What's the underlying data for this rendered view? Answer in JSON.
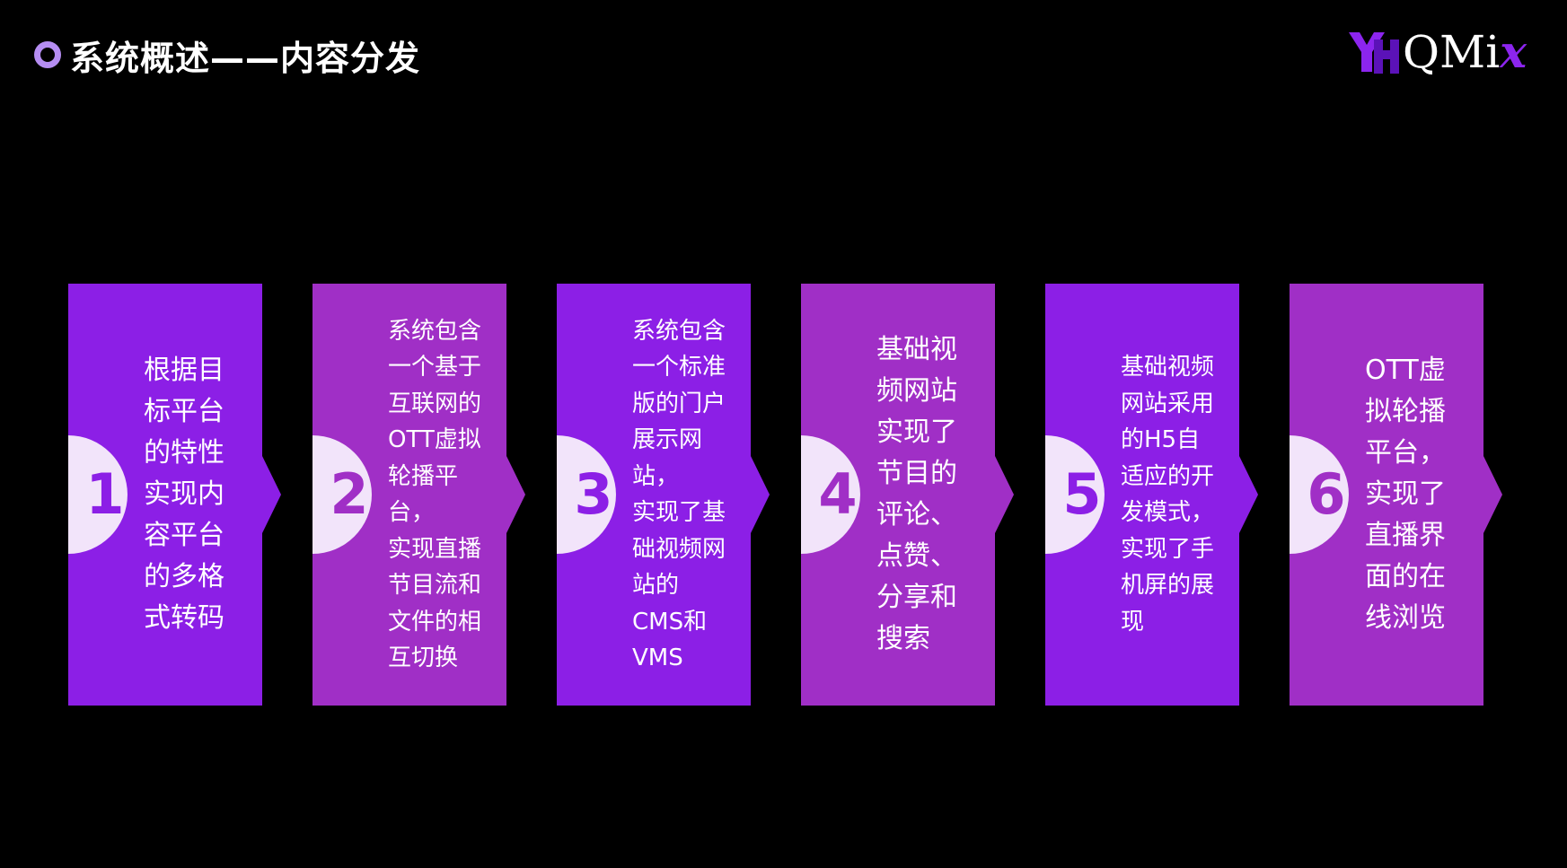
{
  "header": {
    "title": "系统概述——内容分发"
  },
  "logo": {
    "text": "QMi",
    "x_mark": "x",
    "mark_letters": "YH"
  },
  "colors": {
    "background": "#000000",
    "bullet": "#b58df2",
    "violet": "#8c1fe6",
    "magenta": "#a02fc6",
    "disc": "#f2e4fa"
  },
  "steps": [
    {
      "number": "1",
      "text": "根据目\n标平台\n的特性\n实现内\n容平台\n的多格\n式转码",
      "size": "large"
    },
    {
      "number": "2",
      "text": "系统包含\n一个基于\n互联网的\nOTT虚拟\n轮播平台，\n实现直播\n节目流和\n文件的相\n互切换",
      "size": "small"
    },
    {
      "number": "3",
      "text": "系统包含\n一个标准\n版的门户\n展示网站，\n实现了基\n础视频网\n站的\nCMS和\nVMS",
      "size": "small"
    },
    {
      "number": "4",
      "text": "基础视\n频网站\n实现了\n节目的\n评论、\n点赞、\n分享和\n搜索",
      "size": "large"
    },
    {
      "number": "5",
      "text": "基础视频\n网站采用\n的H5自\n适应的开\n发模式，\n实现了手\n机屏的展\n现",
      "size": "small"
    },
    {
      "number": "6",
      "text": "OTT虚\n拟轮播\n平台，\n实现了\n直播界\n面的在\n线浏览",
      "size": "large"
    }
  ]
}
